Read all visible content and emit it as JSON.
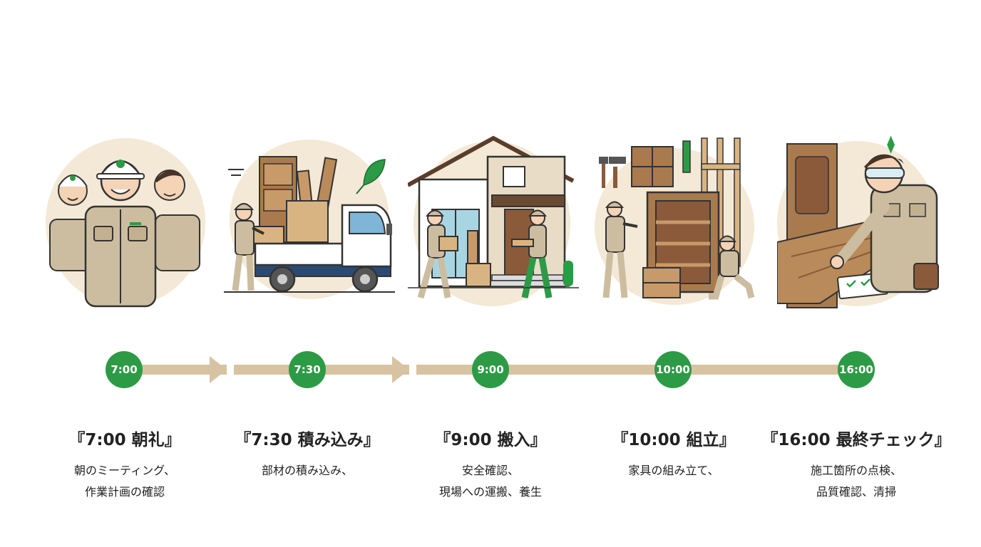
{
  "colors": {
    "accent_green": "#2d9a46",
    "timeline_tan": "#d7c3a2",
    "circle_bg": "#f3e9d6",
    "uniform": "#cdbda0",
    "wood": "#a97a4e"
  },
  "steps": [
    {
      "time": "7:00",
      "title": "『7:00 朝礼』",
      "desc": [
        "朝のミーティング、",
        "作業計画の確認"
      ],
      "icon": "morning-meeting-workers-illustration"
    },
    {
      "time": "7:30",
      "title": "『7:30 積み込み』",
      "desc": [
        "部材の積み込み、"
      ],
      "icon": "truck-loading-illustration"
    },
    {
      "time": "9:00",
      "title": "『9:00 搬入』",
      "desc": [
        "安全確認、",
        "現場への運搬、養生"
      ],
      "icon": "house-delivery-illustration"
    },
    {
      "time": "10:00",
      "title": "『10:00 組立』",
      "desc": [
        "家具の組み立て、"
      ],
      "icon": "furniture-assembly-illustration"
    },
    {
      "time": "16:00",
      "title": "『16:00 最終チェック』",
      "desc": [
        "施工箇所の点検、",
        "品質確認、清掃"
      ],
      "icon": "final-inspection-illustration"
    }
  ]
}
